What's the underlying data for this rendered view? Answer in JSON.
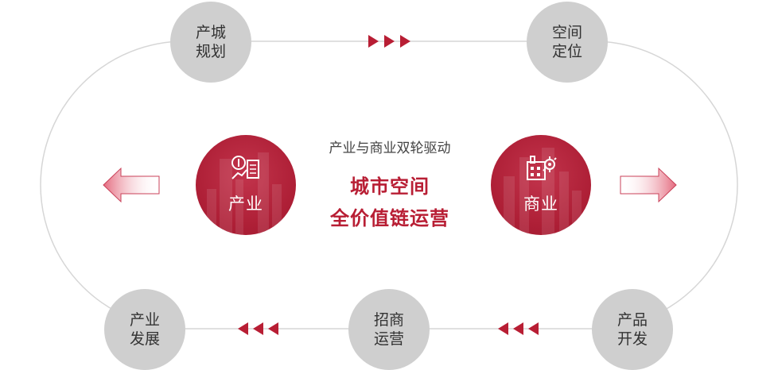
{
  "top_row": {
    "left_stage": {
      "line1": "产城",
      "line2": "规划"
    },
    "right_stage": {
      "line1": "空间",
      "line2": "定位"
    }
  },
  "bottom_row": {
    "left_stage": {
      "line1": "产业",
      "line2": "发展"
    },
    "middle_stage": {
      "line1": "招商",
      "line2": "运营"
    },
    "right_stage": {
      "line1": "产品",
      "line2": "开发"
    }
  },
  "center": {
    "subtitle": "产业与商业双轮驱动",
    "headline_line1": "城市空间",
    "headline_line2": "全价值链运营"
  },
  "hubs": {
    "industry": {
      "label": "产业",
      "icon": "analytics-chart-icon"
    },
    "commerce": {
      "label": "商业",
      "icon": "factory-gear-icon"
    }
  },
  "colors": {
    "accent_red": "#b81e34",
    "stage_gray": "#cfcfcf",
    "loop_line": "#d6d6d6"
  }
}
